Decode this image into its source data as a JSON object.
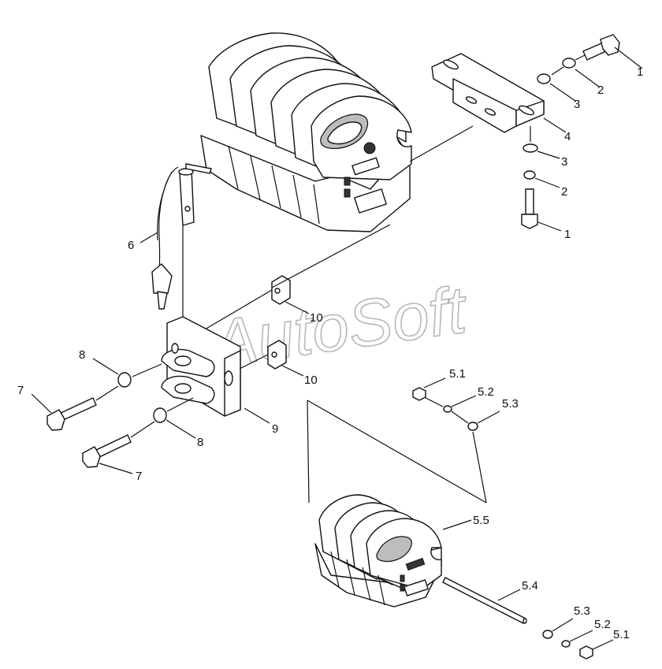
{
  "watermark": "AutoSoft",
  "labels": {
    "bolt_top": "1",
    "lockwasher_top": "2",
    "washer_top": "3",
    "bracket": "4",
    "washer_mid": "3",
    "lockwasher_mid": "2",
    "bolt_mid": "1",
    "pin_chain": "6",
    "nut_upper": "10",
    "nut_lower": "10",
    "washer_left": "8",
    "bolt_left": "7",
    "hitch_plate": "9",
    "washer_lower": "8",
    "bolt_lower": "7",
    "nut_set_top": "5.1",
    "lockwasher_set_top": "5.2",
    "washer_set_top": "5.3",
    "weight_pack": "5.5",
    "tie_rod": "5.4",
    "washer_set_bottom": "5.3",
    "lockwasher_set_bottom": "5.2",
    "nut_set_bottom": "5.1"
  }
}
